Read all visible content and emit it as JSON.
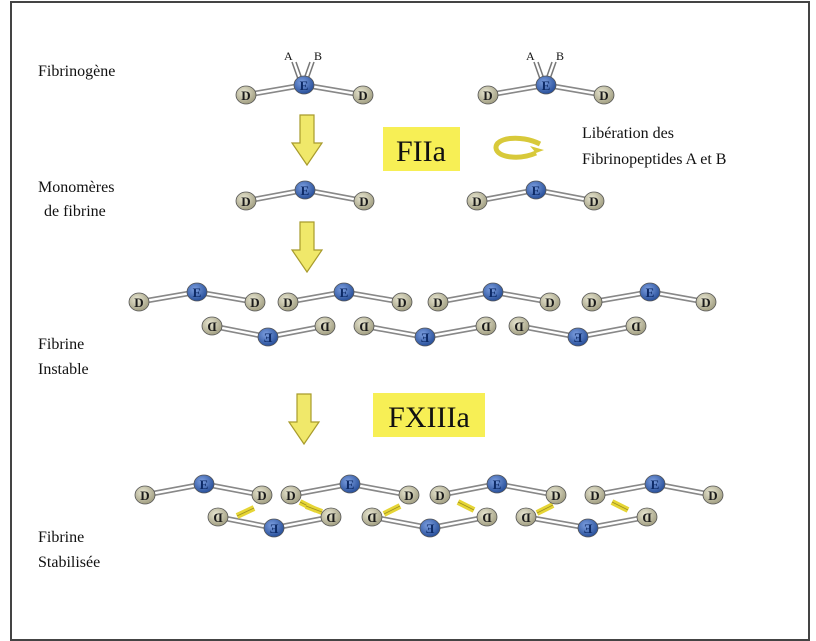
{
  "labels": {
    "fibrinogene": "Fibrinogène",
    "monomeres_1": "Monomères",
    "monomeres_2": "de fibrine",
    "fibrine_instable_1": "Fibrine",
    "fibrine_instable_2": "Instable",
    "fibrine_stab_1": "Fibrine",
    "fibrine_stab_2": "Stabilisée",
    "liberation_1": "Libération des",
    "liberation_2": "Fibrinopeptides A et B"
  },
  "enzymes": {
    "fiia": "FIIa",
    "fxiiia": "FXIIIa"
  },
  "node_letters": {
    "d": "D",
    "e": "E",
    "a": "A",
    "b": "B"
  },
  "colors": {
    "d_node": "#c9c6a8",
    "e_node": "#3e67b5",
    "highlight": "#f7ef55",
    "arrow": "#f0e86a",
    "crosslink": "#eedf3a"
  }
}
